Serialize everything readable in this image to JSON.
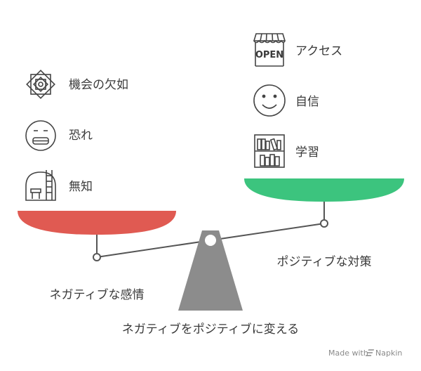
{
  "left_side": {
    "items": [
      {
        "label": "機会の欠如",
        "icon": "puzzle-ornament-icon"
      },
      {
        "label": "恐れ",
        "icon": "fearful-face-icon"
      },
      {
        "label": "無知",
        "icon": "room-with-ladder-icon"
      }
    ],
    "side_label": "ネガティブな感情",
    "pan_color": "#e05a52"
  },
  "right_side": {
    "items": [
      {
        "label": "アクセス",
        "icon": "open-shop-sign-icon"
      },
      {
        "label": "自信",
        "icon": "smiling-face-icon"
      },
      {
        "label": "学習",
        "icon": "bookshelf-icon"
      }
    ],
    "side_label": "ポジティブな対策",
    "pan_color": "#3cc47e"
  },
  "caption": "ネガティブをポジティブに変える",
  "fulcrum_color": "#8c8c8c",
  "footer": {
    "text": "Made with",
    "brand": "Napkin"
  },
  "open_sign_text": "OPEN"
}
